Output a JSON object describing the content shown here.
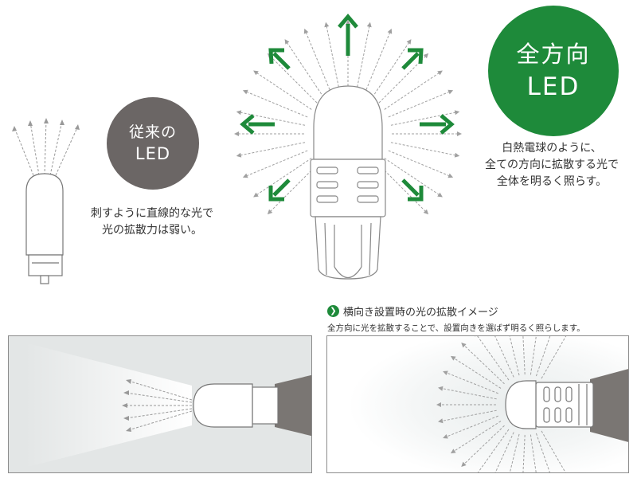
{
  "old_led": {
    "badge_line1": "従来の",
    "badge_line2": "LED",
    "desc_line1": "刺すように直線的な光で",
    "desc_line2": "光の拡散力は弱い。"
  },
  "new_led": {
    "badge_line1": "全方向",
    "badge_line2": "LED",
    "desc_line1": "白熱電球のように、",
    "desc_line2": "全ての方向に拡散する光で",
    "desc_line3": "全体を明るく照らす。"
  },
  "horizontal_section": {
    "heading": "横向き設置時の光の拡散イメージ",
    "note": "全方向に光を拡散することで、設置向きを選ばず明るく照らします。",
    "bullet_icon": "chevron-right-icon"
  },
  "colors": {
    "accent_green": "#1e8a3a",
    "old_badge_gray": "#6b6665",
    "arrow_gray": "#999999",
    "outline": "#666666"
  }
}
